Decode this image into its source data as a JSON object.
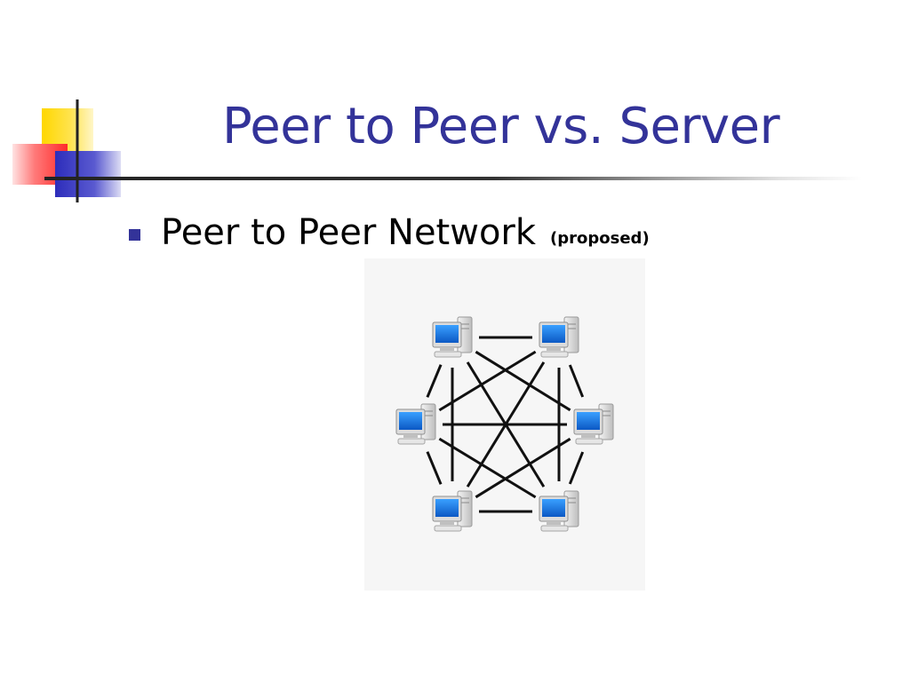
{
  "slide": {
    "title": "Peer to Peer vs. Server",
    "bullets": [
      {
        "text": "Peer to Peer Network",
        "note": "(proposed)"
      }
    ]
  },
  "diagram": {
    "kind": "fully connected mesh",
    "nodes": [
      "computer",
      "computer",
      "computer",
      "computer",
      "computer",
      "computer"
    ],
    "links": "every computer connected to every other computer"
  },
  "colors": {
    "title": "#333399",
    "bullet": "#333399",
    "accent_yellow": "#ffd700",
    "accent_red": "#ff4d4d",
    "accent_blue": "#3333cc"
  }
}
